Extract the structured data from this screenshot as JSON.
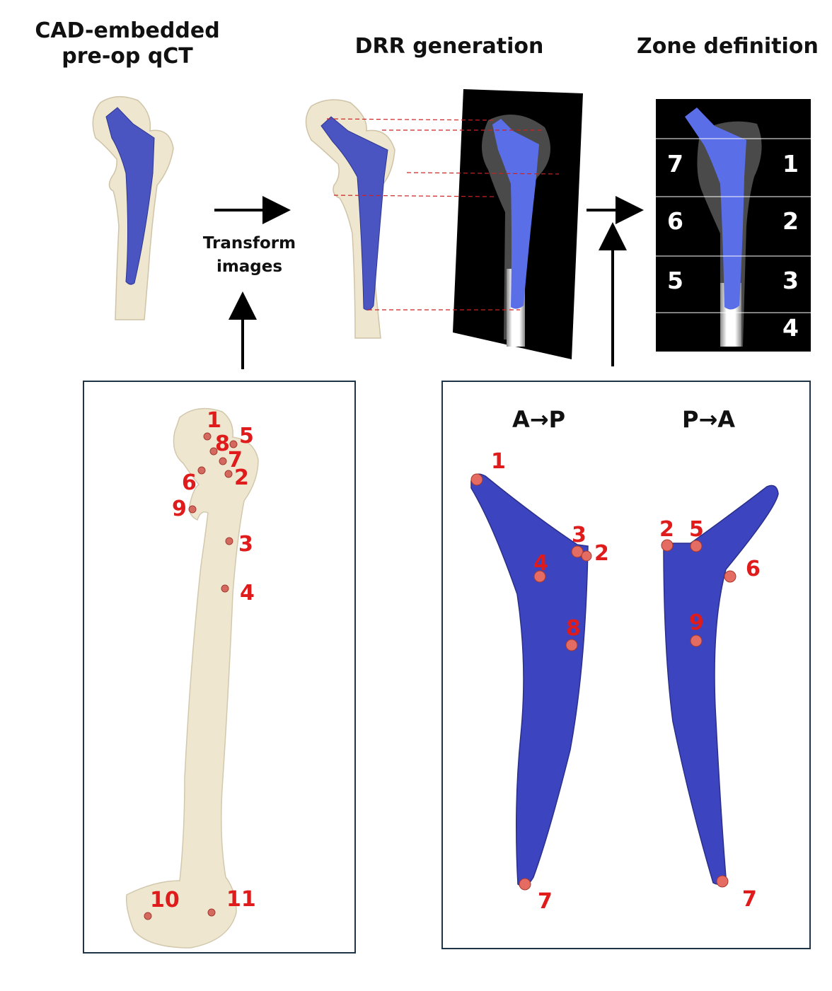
{
  "titles": {
    "cad": "CAD-embedded\npre-op qCT",
    "drr": "DRR generation",
    "zone": "Zone definition"
  },
  "transform_label": "Transform\nimages",
  "colors": {
    "bone": "#efe6cf",
    "implant": "#4a55c2",
    "implant_bright": "#5a6ee8",
    "landmark": "#e01b1b",
    "panel_border": "#1f3446"
  },
  "zones": {
    "left": [
      "7",
      "6",
      "5"
    ],
    "right": [
      "1",
      "2",
      "3",
      "4"
    ]
  },
  "femur_panel": {
    "landmarks": [
      "1",
      "8",
      "5",
      "7",
      "2",
      "6",
      "9",
      "3",
      "4",
      "10",
      "11"
    ]
  },
  "stem_panel": {
    "view_ap": "A→P",
    "view_pa": "P→A",
    "ap_landmarks": [
      "1",
      "3",
      "2",
      "4",
      "8",
      "7"
    ],
    "pa_landmarks": [
      "2",
      "5",
      "6",
      "9",
      "7"
    ]
  }
}
